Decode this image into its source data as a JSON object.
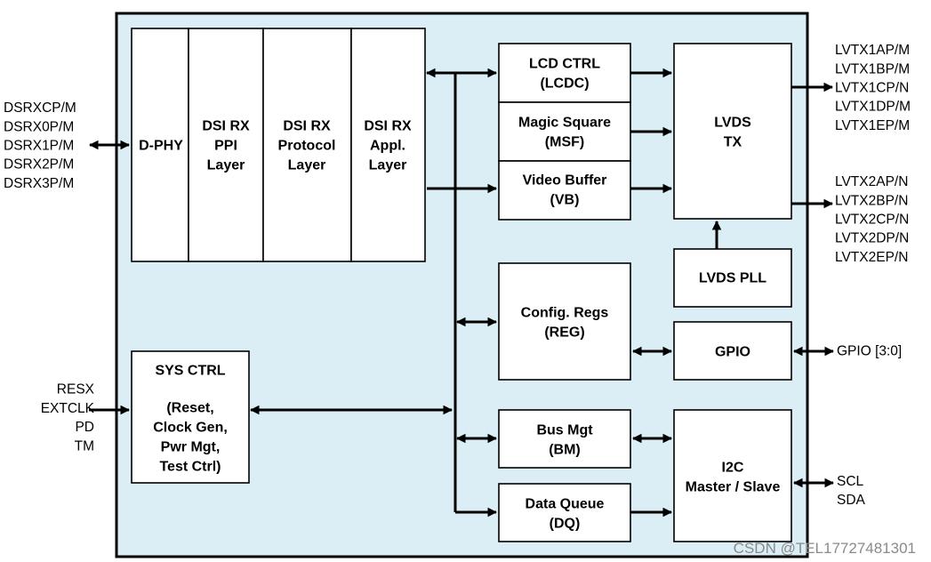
{
  "blocks": {
    "dphy": [
      "D-PHY"
    ],
    "ppi": [
      "DSI RX",
      "PPI",
      "Layer"
    ],
    "protocol": [
      "DSI RX",
      "Protocol",
      "Layer"
    ],
    "appl": [
      "DSI RX",
      "Appl.",
      "Layer"
    ],
    "lcdc": [
      "LCD CTRL",
      "(LCDC)"
    ],
    "msf": [
      "Magic Square",
      "(MSF)"
    ],
    "vb": [
      "Video Buffer",
      "(VB)"
    ],
    "lvds_tx": [
      "LVDS",
      "TX"
    ],
    "lvds_pll": [
      "LVDS PLL"
    ],
    "reg": [
      "Config. Regs",
      "(REG)"
    ],
    "gpio": [
      "GPIO"
    ],
    "sysctrl_title": [
      "SYS CTRL"
    ],
    "sysctrl_body": [
      "(Reset,",
      "Clock Gen,",
      "Pwr Mgt,",
      "Test Ctrl)"
    ],
    "bm": [
      "Bus Mgt",
      "(BM)"
    ],
    "dq": [
      "Data Queue",
      "(DQ)"
    ],
    "i2c": [
      "I2C",
      "Master / Slave"
    ]
  },
  "pins": {
    "dsi": [
      "DSRXCP/M",
      "DSRX0P/M",
      "DSRX1P/M",
      "DSRX2P/M",
      "DSRX3P/M"
    ],
    "lvtx1": [
      "LVTX1AP/M",
      "LVTX1BP/M",
      "LVTX1CP/N",
      "LVTX1DP/M",
      "LVTX1EP/M"
    ],
    "lvtx2": [
      "LVTX2AP/N",
      "LVTX2BP/N",
      "LVTX2CP/N",
      "LVTX2DP/N",
      "LVTX2EP/N"
    ],
    "ctrl": [
      "RESX",
      "EXTCLK",
      "PD",
      "TM"
    ],
    "gpio": [
      "GPIO [3:0]"
    ],
    "i2c": [
      "SCL",
      "SDA"
    ]
  },
  "watermark": "CSDN @TEL17727481301",
  "colors": {
    "chip_fill": "#dbeef5",
    "line": "#000000"
  }
}
